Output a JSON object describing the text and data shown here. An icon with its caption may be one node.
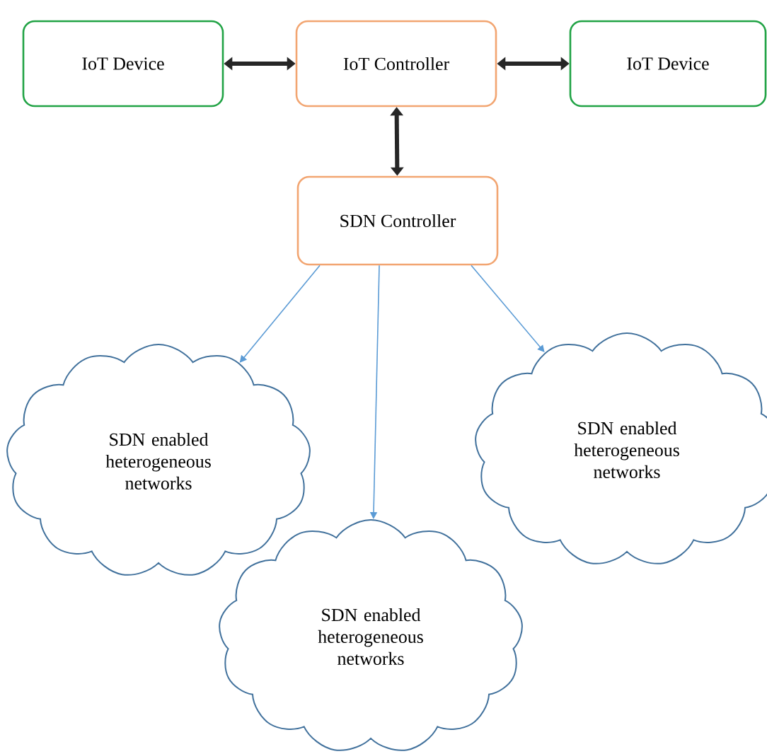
{
  "diagram": {
    "nodes": [
      {
        "text": [
          "IoT Device"
        ]
      },
      {
        "text": [
          "IoT Controller"
        ]
      },
      {
        "text": [
          "IoT Device"
        ]
      },
      {
        "text": [
          "SDN Controller"
        ]
      },
      {
        "text": [
          "SDN enabled heterogeneous networks"
        ]
      },
      {
        "text": [
          "SDN enabled heterogeneous networks"
        ]
      },
      {
        "text": [
          "SDN enabled heterogeneous networks"
        ]
      }
    ],
    "edges": [
      {
        "from": 0,
        "to": 1,
        "arrow": "both",
        "style": "thick"
      },
      {
        "from": 1,
        "to": 2,
        "arrow": "both",
        "style": "thick"
      },
      {
        "from": 1,
        "to": 3,
        "arrow": "both",
        "style": "thick"
      },
      {
        "from": 3,
        "to": 4,
        "arrow": "to",
        "color": "#5b9bd5"
      },
      {
        "from": 3,
        "to": 5,
        "arrow": "to",
        "color": "#5b9bd5"
      },
      {
        "from": 3,
        "to": 6,
        "arrow": "to",
        "color": "#5b9bd5"
      }
    ]
  }
}
